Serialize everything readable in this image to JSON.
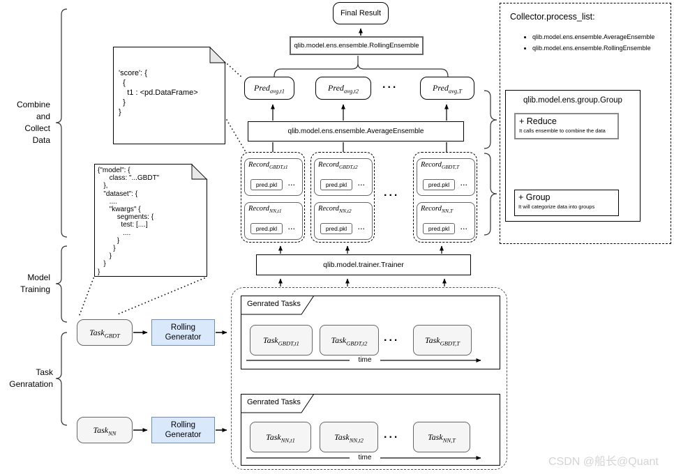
{
  "flow": {
    "final_result": "Final Result",
    "rolling_ensemble": "qlib.model.ens.ensemble.RollingEnsemble",
    "average_ensemble": "qlib.model.ens.ensemble.AverageEnsemble",
    "trainer": "qlib.model.trainer.Trainer",
    "dots": "..."
  },
  "preds": [
    {
      "base": "Pred",
      "sub": "avg,t1"
    },
    {
      "base": "Pred",
      "sub": "avg,t2"
    },
    {
      "base": "Pred",
      "sub": "avg,T"
    }
  ],
  "records": [
    {
      "top_base": "Record",
      "top_sub": "GBDT,t1",
      "bot_base": "Record",
      "bot_sub": "NN,t1",
      "file": "pred.pkl",
      "more": "..."
    },
    {
      "top_base": "Record",
      "top_sub": "GBDT,t2",
      "bot_base": "Record",
      "bot_sub": "NN,t2",
      "file": "pred.pkl",
      "more": "..."
    },
    {
      "top_base": "Record",
      "top_sub": "GBDT,T",
      "bot_base": "Record",
      "bot_sub": "NN,T",
      "file": "pred.pkl",
      "more": "..."
    }
  ],
  "notes": {
    "score": "'score': {\n  {\n    t1 : <pd.DataFrame>\n  }\n}",
    "model": "{\"model\": {\n      class: \"...GBDT\"\n   },\n   \"dataset\": {\n      ....\n      \"kwargs\" {\n          segments: {\n            test: [....]\n             ....\n          }\n        }\n      }\n   }\n}"
  },
  "left_labels": {
    "combine": "Combine\nand\nCollect\nData",
    "training": "Model\nTraining",
    "generation": "Task\nGenratation"
  },
  "task_flow": {
    "task_gbdt_base": "Task",
    "task_gbdt_sub": "GBDT",
    "task_nn_base": "Task",
    "task_nn_sub": "NN",
    "rolling_generator": "Rolling\nGenerator"
  },
  "generated": [
    {
      "tab": "Genrated Tasks",
      "time": "time",
      "dots": "...",
      "tasks": [
        {
          "base": "Task",
          "sub": "GBDT,t1"
        },
        {
          "base": "Task",
          "sub": "GBDT,t2"
        },
        {
          "base": "Task",
          "sub": "GBDT,T"
        }
      ]
    },
    {
      "tab": "Genrated Tasks",
      "time": "time",
      "dots": "...",
      "tasks": [
        {
          "base": "Task",
          "sub": "NN,t1"
        },
        {
          "base": "Task",
          "sub": "NN,t2"
        },
        {
          "base": "Task",
          "sub": "NN,T"
        }
      ]
    }
  ],
  "collector": {
    "title": "Collector.process_list:",
    "bullets": [
      "qlib.model.ens.ensemble.AverageEnsemble",
      "qlib.model.ens.ensemble.RollingEnsemble"
    ],
    "group": {
      "title": "qlib.model.ens.group.Group",
      "reduce_title": "+ Reduce",
      "reduce_desc": "It calls ensemble to combine the data",
      "group_title": "+ Group",
      "group_desc": "It will categorize data into groups"
    }
  },
  "watermark": "CSDN @船长@Quant",
  "colors": {
    "blue_fill": "#dae8fc",
    "blue_border": "#6c8ebf",
    "gray_fill": "#f5f5f5",
    "gray_border": "#666666"
  }
}
